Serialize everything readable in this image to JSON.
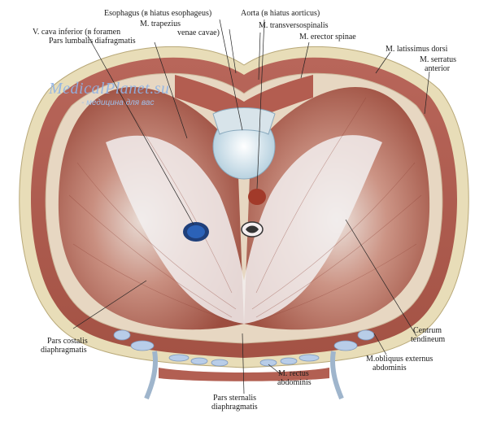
{
  "watermark": {
    "site": "MedicalPlanet.su",
    "tagline": "- медицина для вас"
  },
  "labels": {
    "esophagus": "Esophagus (в hiatus esophageus)",
    "aorta": "Aorta (в hiatus aorticus)",
    "v_cava": "V. cava inferior (в foramen",
    "v_cava2": "venae cavae)",
    "m_trapezius": "M. trapezius",
    "pars_lumbalis": "Pars lumbalis diafragmatis",
    "m_transverso": "M. transversospinalis",
    "m_erector": "M. erector spinae",
    "m_latissimus": "M. latissimus dorsi",
    "m_serratus1": "M. serratus",
    "m_serratus2": "anterior",
    "centrum1": "Centrum",
    "centrum2": "tendineum",
    "obliquus1": "M.obliquus externus",
    "obliquus2": "abdominis",
    "rectus1": "M. rectus",
    "rectus2": "abdominis",
    "sternalis1": "Pars sternalis",
    "sternalis2": "diaphragmatis",
    "costalis1": "Pars costalis",
    "costalis2": "diaphragmatis"
  }
}
